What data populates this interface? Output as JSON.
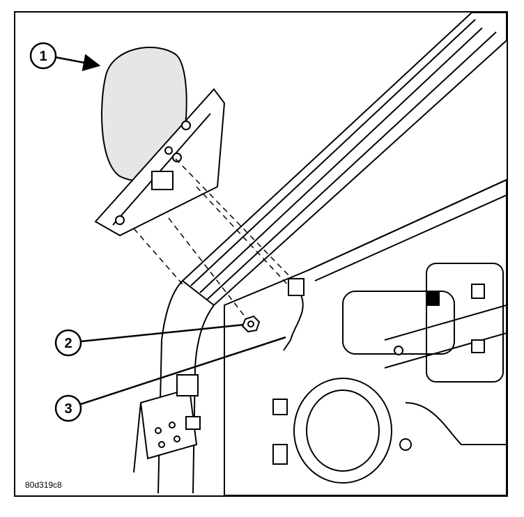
{
  "figure": {
    "id_label": "80d319c8",
    "callouts": [
      {
        "number": "1",
        "part": "mirror-assembly"
      },
      {
        "number": "2",
        "part": "nut"
      },
      {
        "number": "3",
        "part": "wire-harness-connector"
      }
    ]
  },
  "colors": {
    "line": "#000000",
    "fill": "#ffffff",
    "shade": "#d8d8d8"
  }
}
